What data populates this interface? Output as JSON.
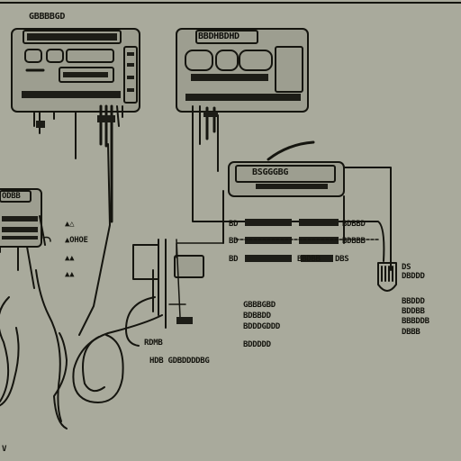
{
  "header": {
    "title": "GBBBBGD"
  },
  "panel_top_center": {
    "title": "BBDHBDHD"
  },
  "unit_center": {
    "title": "BSGGGBG"
  },
  "panel_left": {
    "title": "ODBB"
  },
  "labels": {
    "left_1": "▲△",
    "left_2": "▲OHOE",
    "left_3": "▲▲",
    "left_4": "▲▲",
    "rows_prefix": [
      "BD",
      "BD",
      "BD"
    ],
    "rows_suffix": [
      "BDBBD",
      "BDBBB",
      "BBDBB"
    ],
    "row_mid_3": "DBS",
    "mid_col": [
      "GBBBGBD",
      "BDBBDD",
      "BDDDGDDD",
      "BDDDDD"
    ],
    "bottom_mid": "HDB GDBDDDDBG",
    "bottom_mid_2": "RDMB",
    "right_col": [
      "DBDDD",
      "BBDDD",
      "BDDBB",
      "BBBDDB",
      "DBBB"
    ],
    "right_top": "DS",
    "corner": "V"
  },
  "colors": {
    "background": "#a9aa9c",
    "ink": "#15150f",
    "panel": "#9d9e90"
  }
}
